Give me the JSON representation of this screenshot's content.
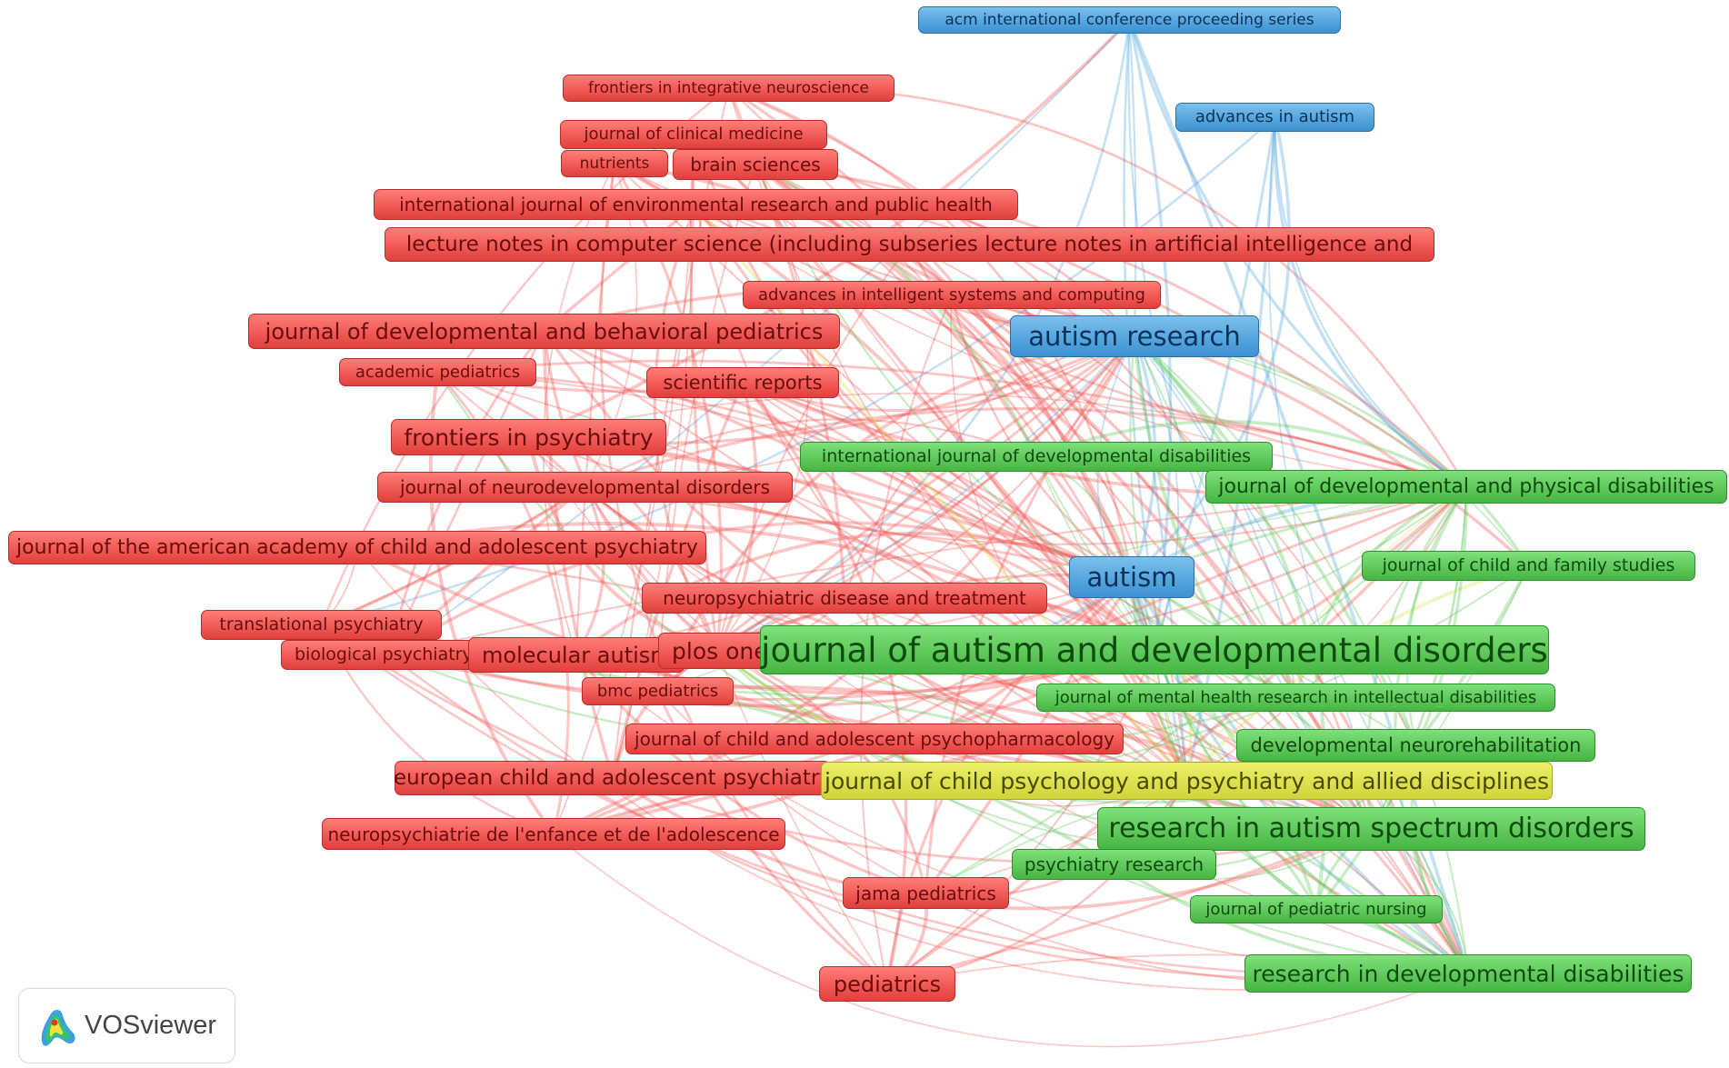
{
  "logo": {
    "text": "VOSviewer"
  },
  "colors": {
    "red": "#f05a56",
    "green": "#5fc95b",
    "blue": "#56a6de",
    "yellow": "#dde14d"
  },
  "nodes": [
    {
      "label": "acm international conference proceeding series",
      "cluster": "blue"
    },
    {
      "label": "frontiers in integrative neuroscience",
      "cluster": "red"
    },
    {
      "label": "advances in autism",
      "cluster": "blue"
    },
    {
      "label": "journal of clinical medicine",
      "cluster": "red"
    },
    {
      "label": "nutrients",
      "cluster": "red"
    },
    {
      "label": "brain sciences",
      "cluster": "red"
    },
    {
      "label": "international journal of environmental research and public health",
      "cluster": "red"
    },
    {
      "label": "lecture notes in computer science (including subseries lecture notes in artificial intelligence and",
      "cluster": "red"
    },
    {
      "label": "advances in intelligent systems and computing",
      "cluster": "red"
    },
    {
      "label": "journal of developmental and behavioral pediatrics",
      "cluster": "red"
    },
    {
      "label": "autism research",
      "cluster": "blue"
    },
    {
      "label": "academic pediatrics",
      "cluster": "red"
    },
    {
      "label": "scientific reports",
      "cluster": "red"
    },
    {
      "label": "frontiers in psychiatry",
      "cluster": "red"
    },
    {
      "label": "international journal of developmental disabilities",
      "cluster": "green"
    },
    {
      "label": "journal of neurodevelopmental disorders",
      "cluster": "red"
    },
    {
      "label": "journal of developmental and physical disabilities",
      "cluster": "green"
    },
    {
      "label": "journal of the american academy of child and adolescent psychiatry",
      "cluster": "red"
    },
    {
      "label": "journal of child and family studies",
      "cluster": "green"
    },
    {
      "label": "autism",
      "cluster": "blue"
    },
    {
      "label": "neuropsychiatric disease and treatment",
      "cluster": "red"
    },
    {
      "label": "translational psychiatry",
      "cluster": "red"
    },
    {
      "label": "biological psychiatry",
      "cluster": "red"
    },
    {
      "label": "molecular autism",
      "cluster": "red"
    },
    {
      "label": "plos one",
      "cluster": "red"
    },
    {
      "label": "journal of autism and developmental disorders",
      "cluster": "green"
    },
    {
      "label": "bmc pediatrics",
      "cluster": "red"
    },
    {
      "label": "journal of mental health research in intellectual disabilities",
      "cluster": "green"
    },
    {
      "label": "journal of child and adolescent psychopharmacology",
      "cluster": "red"
    },
    {
      "label": "developmental neurorehabilitation",
      "cluster": "green"
    },
    {
      "label": "european child and adolescent psychiatry",
      "cluster": "red"
    },
    {
      "label": "journal of child psychology and psychiatry and allied disciplines",
      "cluster": "yellow"
    },
    {
      "label": "neuropsychiatrie de l'enfance et de l'adolescence",
      "cluster": "red"
    },
    {
      "label": "research in autism spectrum disorders",
      "cluster": "green"
    },
    {
      "label": "psychiatry research",
      "cluster": "green"
    },
    {
      "label": "jama pediatrics",
      "cluster": "red"
    },
    {
      "label": "journal of pediatric nursing",
      "cluster": "green"
    },
    {
      "label": "pediatrics",
      "cluster": "red"
    },
    {
      "label": "research in developmental disabilities",
      "cluster": "green"
    }
  ]
}
